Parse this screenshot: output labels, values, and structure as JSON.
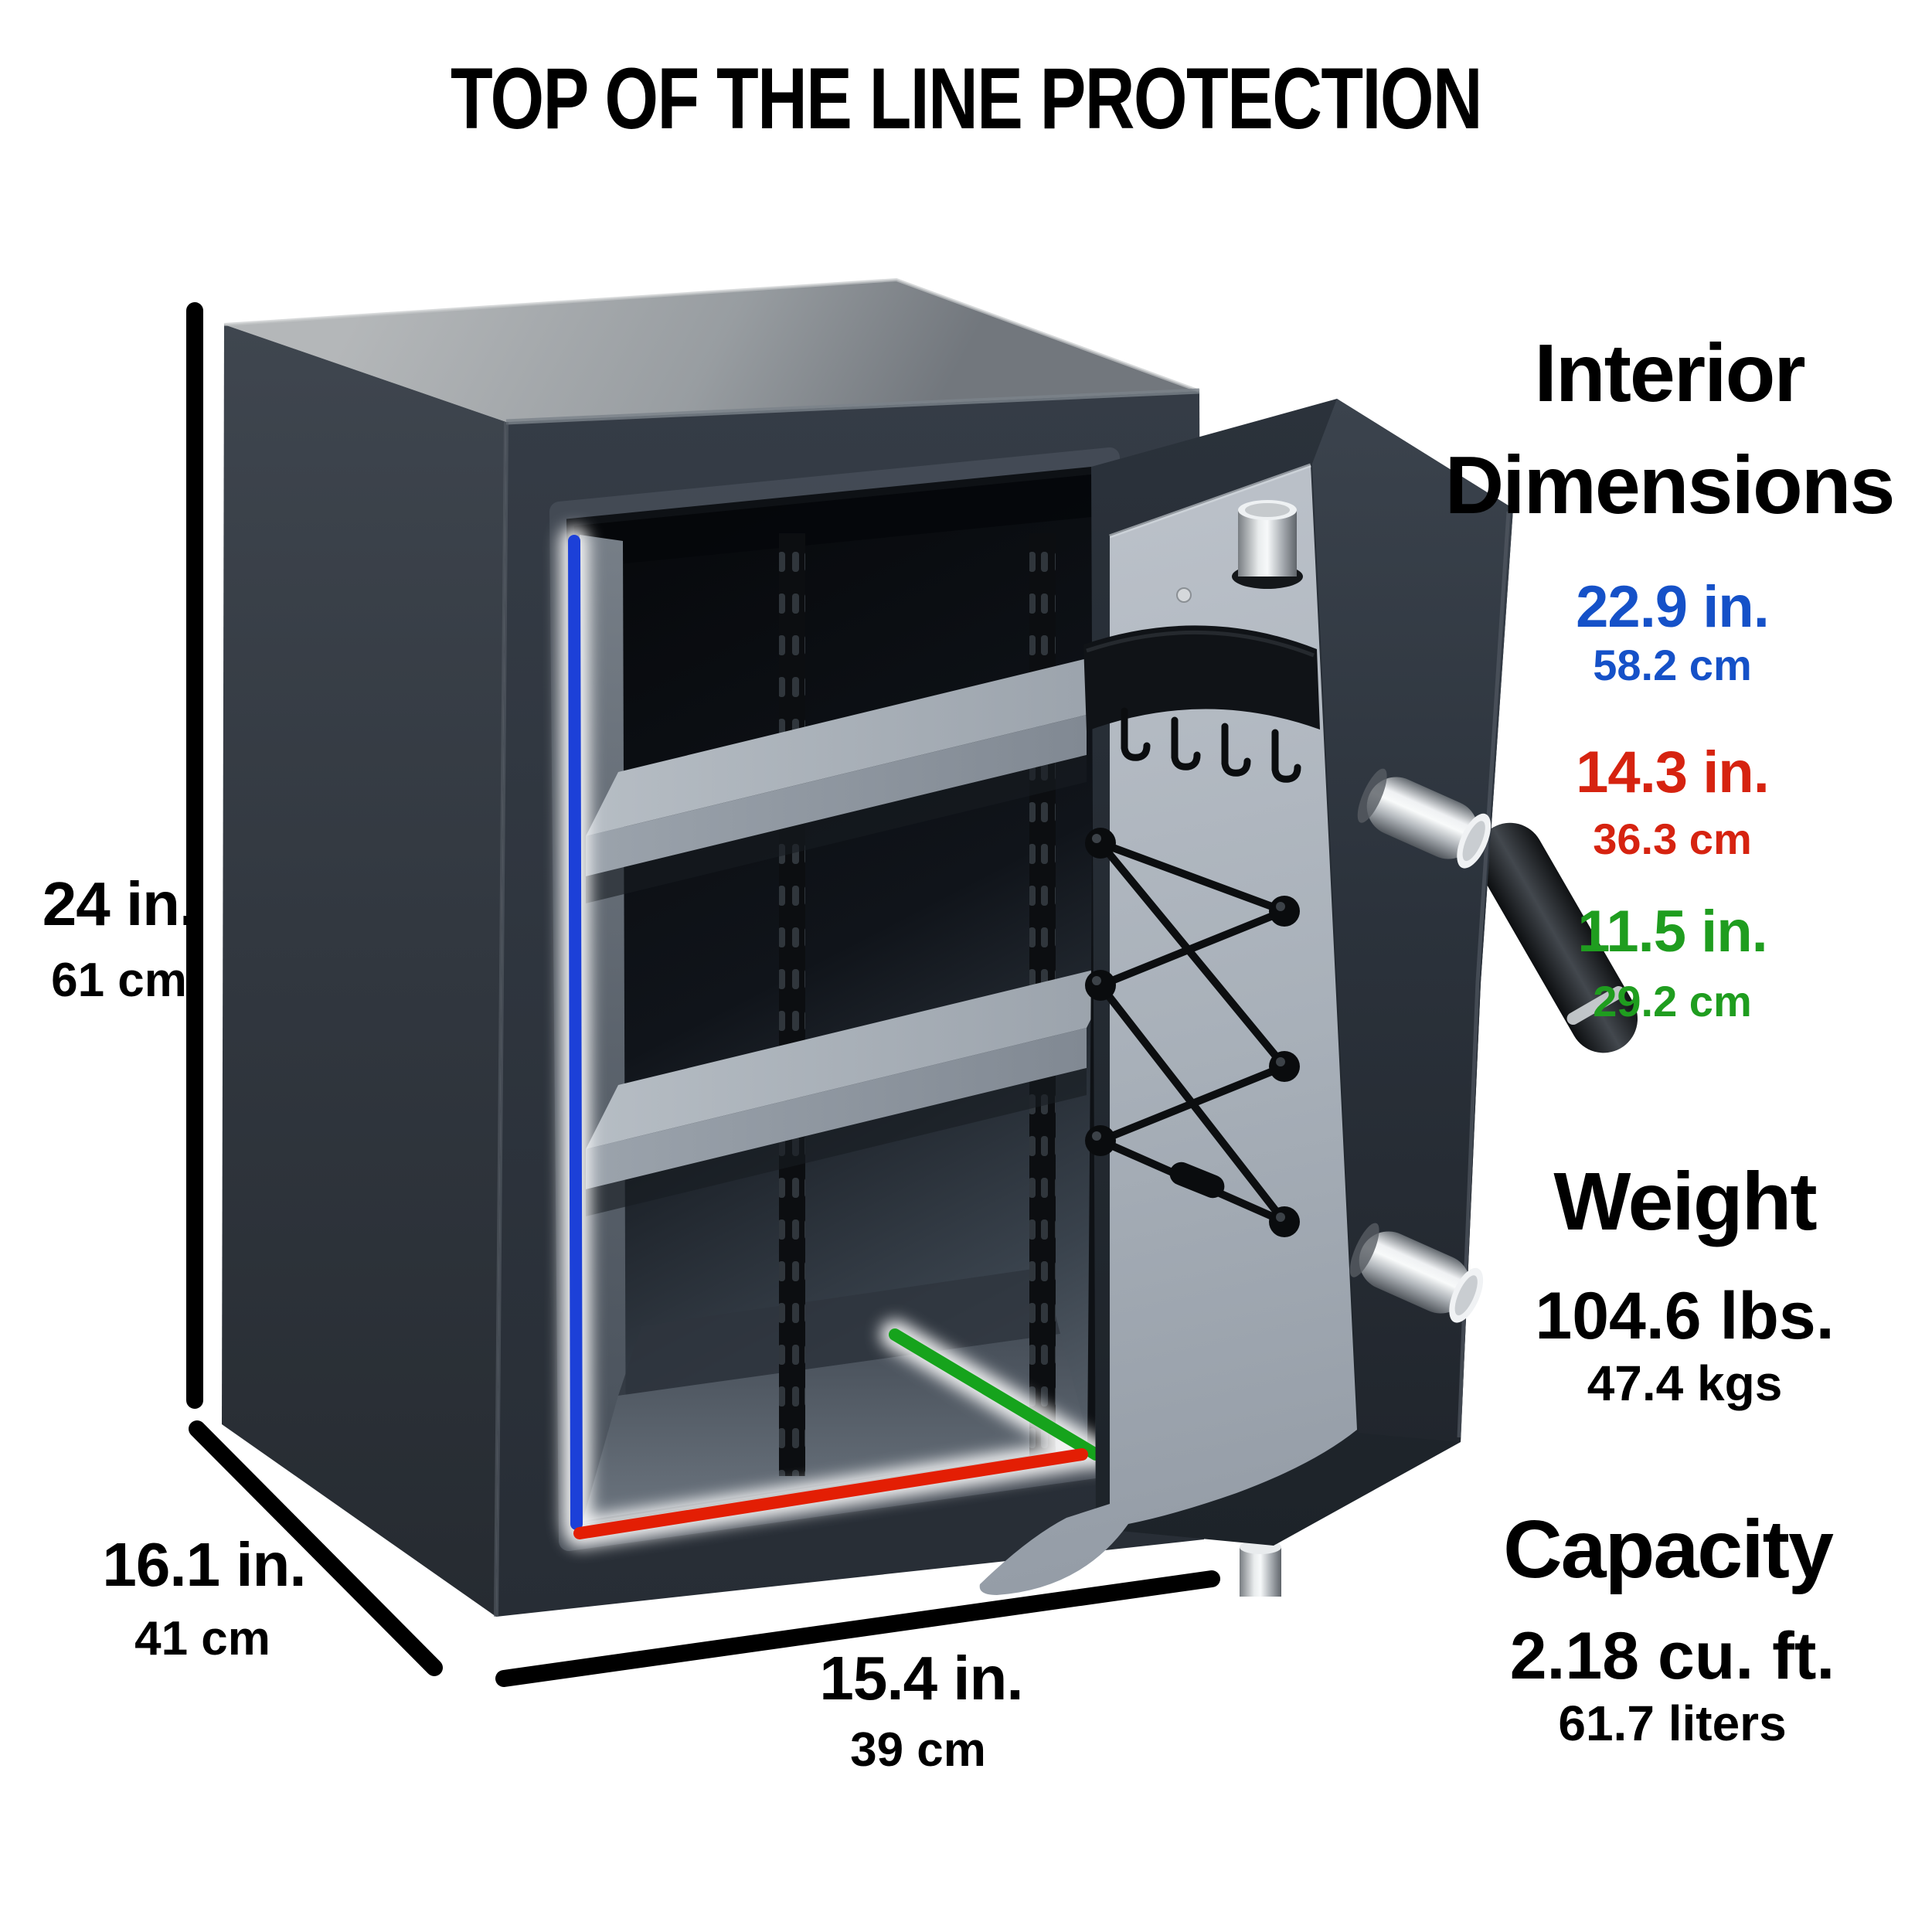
{
  "title": "TOP OF THE LINE PROTECTION",
  "exterior_dimensions": {
    "height_in": "24 in.",
    "height_cm": "61 cm",
    "depth_in": "16.1 in.",
    "depth_cm": "41 cm",
    "width_in": "15.4 in.",
    "width_cm": "39 cm"
  },
  "interior_dimensions": {
    "heading_line1": "Interior",
    "heading_line2": "Dimensions",
    "height_in": "22.9 in.",
    "height_cm": "58.2 cm",
    "width_in": "14.3 in.",
    "width_cm": "36.3 cm",
    "depth_in": "11.5 in.",
    "depth_cm": "29.2 cm"
  },
  "weight": {
    "heading": "Weight",
    "pounds": "104.6 lbs.",
    "kilograms": "47.4 kgs"
  },
  "capacity": {
    "heading": "Capacity",
    "cubic_feet": "2.18 cu. ft.",
    "liters": "61.7 liters"
  },
  "colors": {
    "interior_height_accent": "#1551c8",
    "interior_width_accent": "#d62310",
    "interior_depth_accent": "#1f9d1f",
    "interior_height_line": "#1c40d8",
    "interior_width_line": "#e31e04",
    "interior_depth_line": "#16a31c",
    "measurement_line": "#000000"
  }
}
